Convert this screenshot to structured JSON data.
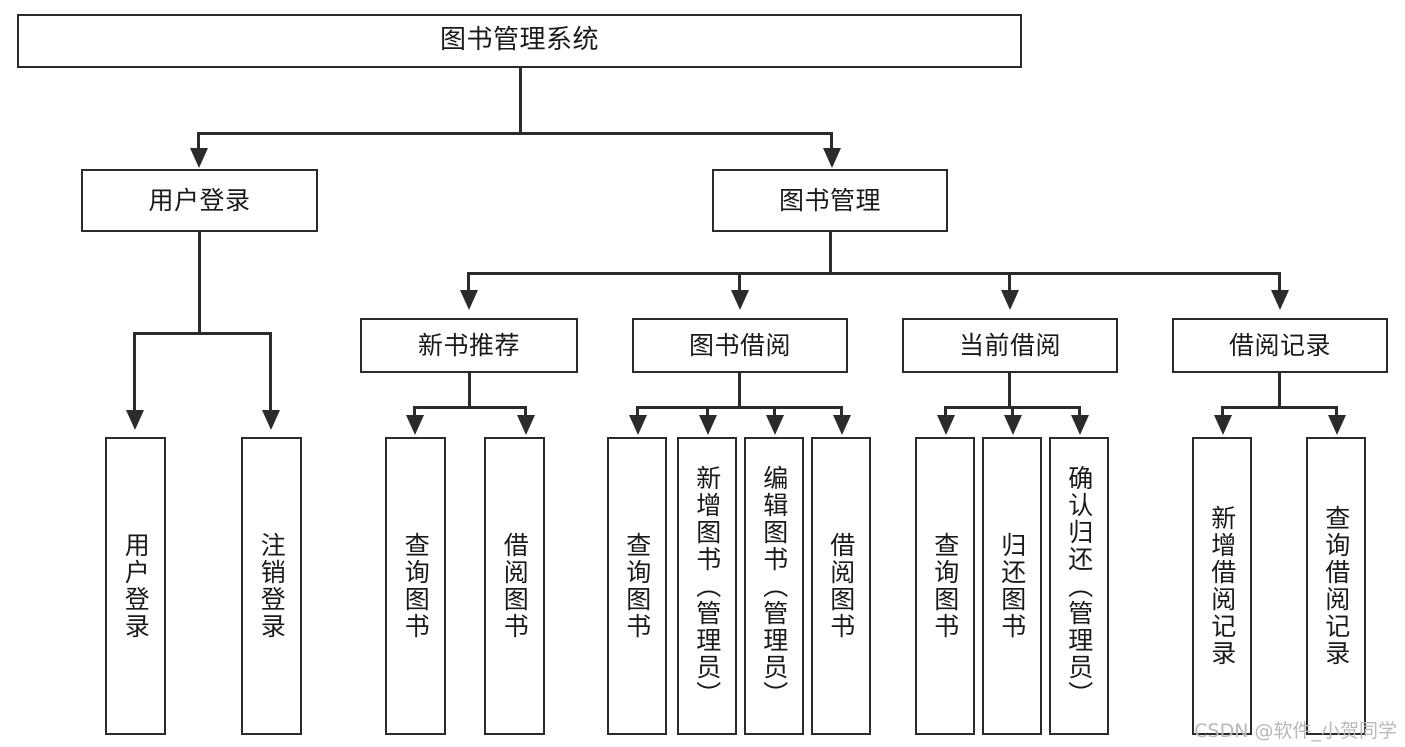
{
  "diagram": {
    "title": "图书管理系统",
    "type": "tree",
    "watermark": "CSDN @软件_小贺同学",
    "colors": {
      "stroke": "#2b2b2b",
      "fill": "#ffffff",
      "text": "#1a1a1a",
      "watermark": "#b9b9b9"
    }
  },
  "nodes": {
    "root": {
      "label": "图书管理系统"
    },
    "tier2": [
      {
        "id": "user-login",
        "label": "用户登录"
      },
      {
        "id": "book-manage",
        "label": "图书管理"
      }
    ],
    "tier3": [
      {
        "id": "new-book-recommend",
        "label": "新书推荐"
      },
      {
        "id": "book-borrow",
        "label": "图书借阅"
      },
      {
        "id": "current-borrow",
        "label": "当前借阅"
      },
      {
        "id": "borrow-record",
        "label": "借阅记录"
      }
    ],
    "leaves": {
      "user_login": [
        {
          "id": "leaf-user-login",
          "label": "用户登录"
        },
        {
          "id": "leaf-logout-login",
          "label": "注销登录"
        }
      ],
      "new_book_recommend": [
        {
          "id": "leaf-query-book-1",
          "label": "查询图书"
        },
        {
          "id": "leaf-borrow-book-1",
          "label": "借阅图书"
        }
      ],
      "book_borrow": [
        {
          "id": "leaf-query-book-2",
          "label": "查询图书"
        },
        {
          "id": "leaf-add-book",
          "label": "新增图书（管理员）"
        },
        {
          "id": "leaf-edit-book",
          "label": "编辑图书（管理员）"
        },
        {
          "id": "leaf-borrow-book-2",
          "label": "借阅图书"
        }
      ],
      "current_borrow": [
        {
          "id": "leaf-query-book-3",
          "label": "查询图书"
        },
        {
          "id": "leaf-return-book",
          "label": "归还图书"
        },
        {
          "id": "leaf-confirm-return",
          "label": "确认归还（管理员）"
        }
      ],
      "borrow_record": [
        {
          "id": "leaf-add-record",
          "label": "新增借阅记录"
        },
        {
          "id": "leaf-query-record",
          "label": "查询借阅记录"
        }
      ]
    }
  }
}
